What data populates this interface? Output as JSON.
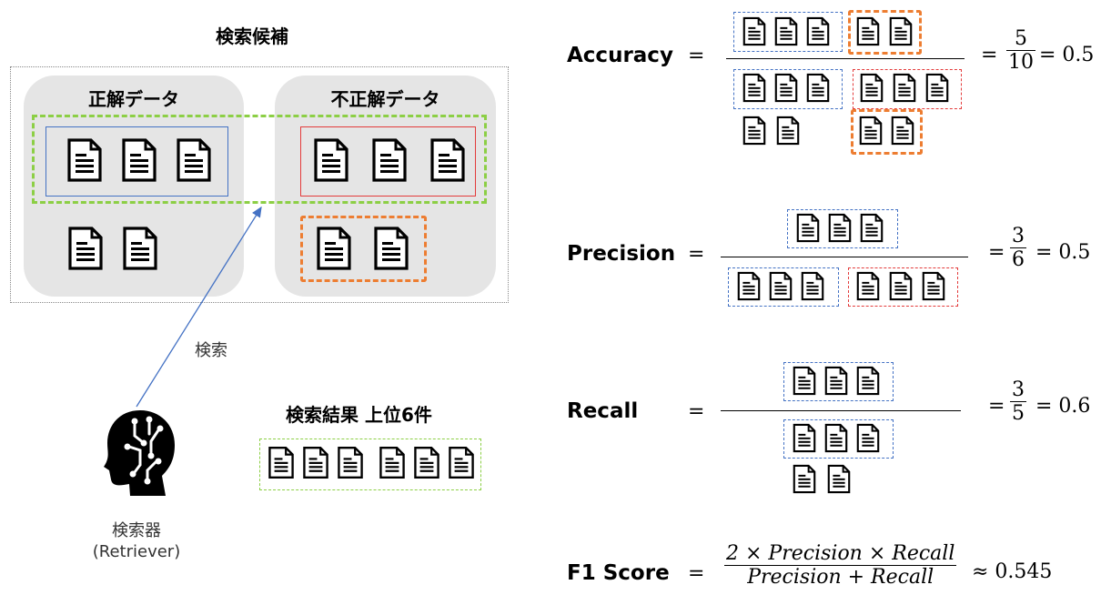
{
  "left": {
    "candidates_title": "検索候補",
    "correct_label": "正解データ",
    "incorrect_label": "不正解データ",
    "arrow_label": "検索",
    "results_title": "検索結果 上位6件",
    "retriever_line1": "検索器",
    "retriever_line2": "(Retriever)"
  },
  "metrics": {
    "accuracy": {
      "label": "Accuracy",
      "eq": "=",
      "num": "5",
      "den": "10",
      "value": "= 0.5"
    },
    "precision": {
      "label": "Precision",
      "eq": "=",
      "num": "3",
      "den": "6",
      "value": "= 0.5"
    },
    "recall": {
      "label": "Recall",
      "eq": "=",
      "num": "3",
      "den": "5",
      "value": "= 0.6"
    },
    "f1": {
      "label": "F1 Score",
      "eq": "=",
      "num": "2 × Precision × Recall",
      "den": "Precision + Recall",
      "value": "≈ 0.545"
    }
  },
  "colors": {
    "correct": "#4472c4",
    "incorrect": "#e33b3b",
    "retrieved": "#8ccf45",
    "false_negative_of_incorrect": "#ed7d31",
    "pool": "#e5e5e5"
  }
}
